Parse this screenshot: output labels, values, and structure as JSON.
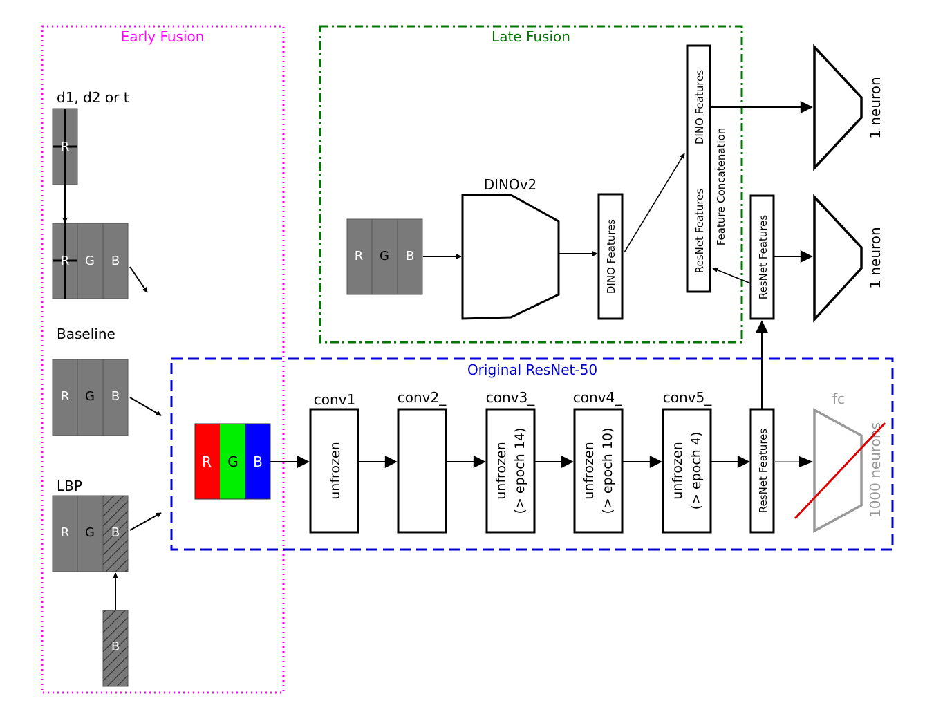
{
  "groups": {
    "early_fusion": {
      "label": "Early Fusion",
      "color": "#ff00ff"
    },
    "late_fusion": {
      "label": "Late Fusion",
      "color": "#007700"
    },
    "original_resnet": {
      "label": "Original ResNet-50",
      "color": "#0000cc"
    }
  },
  "channels": {
    "r": "R",
    "g": "G",
    "b": "B"
  },
  "early": {
    "variant_top_label": "d1, d2 or t",
    "baseline_label": "Baseline",
    "lbp_label": "LBP"
  },
  "late": {
    "dino_label": "DINOv2",
    "dino_features": "DINO Features",
    "concat_resnet": "ResNet Features",
    "concat_dino": "DINO Features",
    "concat_label": "Feature Concatenation",
    "resnet_features": "ResNet Features"
  },
  "resnet": {
    "blocks": [
      {
        "name": "conv1",
        "line1": "unfrozen",
        "line2": ""
      },
      {
        "name": "conv2_",
        "line1": "",
        "line2": ""
      },
      {
        "name": "conv3_",
        "line1": "unfrozen",
        "line2": "(> epoch 14)"
      },
      {
        "name": "conv4_",
        "line1": "unfrozen",
        "line2": "(> epoch 10)"
      },
      {
        "name": "conv5_",
        "line1": "unfrozen",
        "line2": "(> epoch 4)"
      }
    ],
    "features_label": "ResNet Features",
    "fc_label": "fc",
    "fc_neurons": "1000 neurons"
  },
  "heads": {
    "top": "1 neuron",
    "bottom": "1 neuron"
  },
  "colors": {
    "channel_gray": "#7a7a7a",
    "rgb_red": "#ff0000",
    "rgb_green": "#00ee00",
    "rgb_blue": "#0000ff",
    "disabled_gray": "#999999",
    "cross_red": "#dd0000"
  }
}
